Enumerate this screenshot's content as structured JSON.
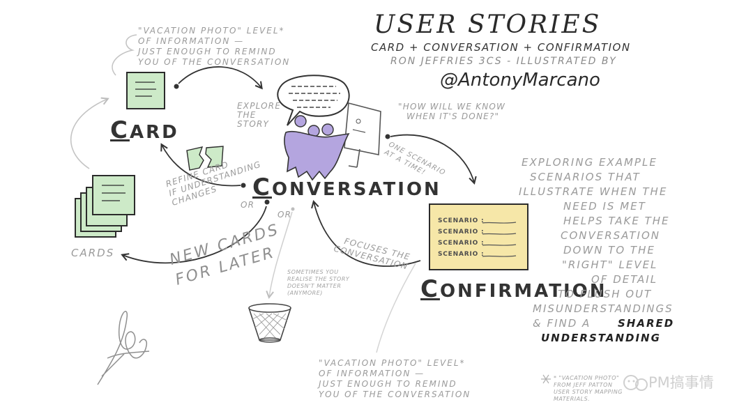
{
  "title": "USER STORIES",
  "subtitle": "CARD + CONVERSATION + CONFIRMATION",
  "credit": "RON JEFFRIES 3Cs - ILLUSTRATED BY",
  "handle": "@AntonyMarcano",
  "vacation_note_top": [
    "\"VACATION PHOTO\" LEVEL*",
    "OF INFORMATION —",
    "JUST ENOUGH TO REMIND",
    "YOU OF THE CONVERSATION"
  ],
  "vacation_note_bottom": [
    "\"VACATION PHOTO\" LEVEL*",
    "OF INFORMATION —",
    "JUST ENOUGH TO REMIND",
    "YOU OF THE CONVERSATION"
  ],
  "card_label": {
    "first": "C",
    "rest": "ARD"
  },
  "conversation_label": {
    "first": "C",
    "rest": "ONVERSATION"
  },
  "confirmation_label": {
    "first": "C",
    "rest": "ONFIRMATION"
  },
  "cards_label": "CARDS",
  "explore_story": [
    "EXPLORE",
    "THE",
    "STORY"
  ],
  "how_will_we_know": [
    "\"HOW WILL WE KNOW",
    "WHEN IT'S DONE?\""
  ],
  "one_scenario": [
    "ONE SCENARIO",
    "AT A TIME!"
  ],
  "refine_card": [
    "REFINE CARD",
    "IF UNDERSTANDING",
    "CHANGES"
  ],
  "or_1": "OR",
  "or_2": "OR",
  "new_cards": [
    "NEW CARDS",
    "FOR LATER"
  ],
  "focuses": [
    "FOCUSES THE",
    "CONVERSATION"
  ],
  "sometimes": [
    "SOMETIMES YOU",
    "REALISE THE STORY",
    "DOESN'T MATTER",
    "(ANYMORE)"
  ],
  "scenarios": [
    "SCENARIO :",
    "SCENARIO :",
    "SCENARIO :",
    "SCENARIO :"
  ],
  "exploring": [
    "EXPLORING EXAMPLE",
    "SCENARIOS THAT",
    "ILLUSTRATE WHEN THE",
    "NEED IS MET",
    "HELPS TAKE THE",
    "CONVERSATION",
    "DOWN TO THE",
    "\"RIGHT\" LEVEL",
    "OF DETAIL",
    "TO FLUSH OUT",
    "MISUNDERSTANDINGS",
    "& FIND A"
  ],
  "shared": [
    "SHARED",
    "UNDERSTANDING"
  ],
  "footnote": [
    "* \"VACATION PHOTO\"",
    "FROM JEFF PATTON",
    "USER STORY MAPPING",
    "MATERIALS."
  ],
  "watermark": "PM搞事情",
  "colors": {
    "card_green": "#cdeac8",
    "card_border": "#2b2b2b",
    "scenario_yellow": "#f6e7a8",
    "bubble_purple": "#b4a5df",
    "gray_text": "#9a9a9a"
  }
}
